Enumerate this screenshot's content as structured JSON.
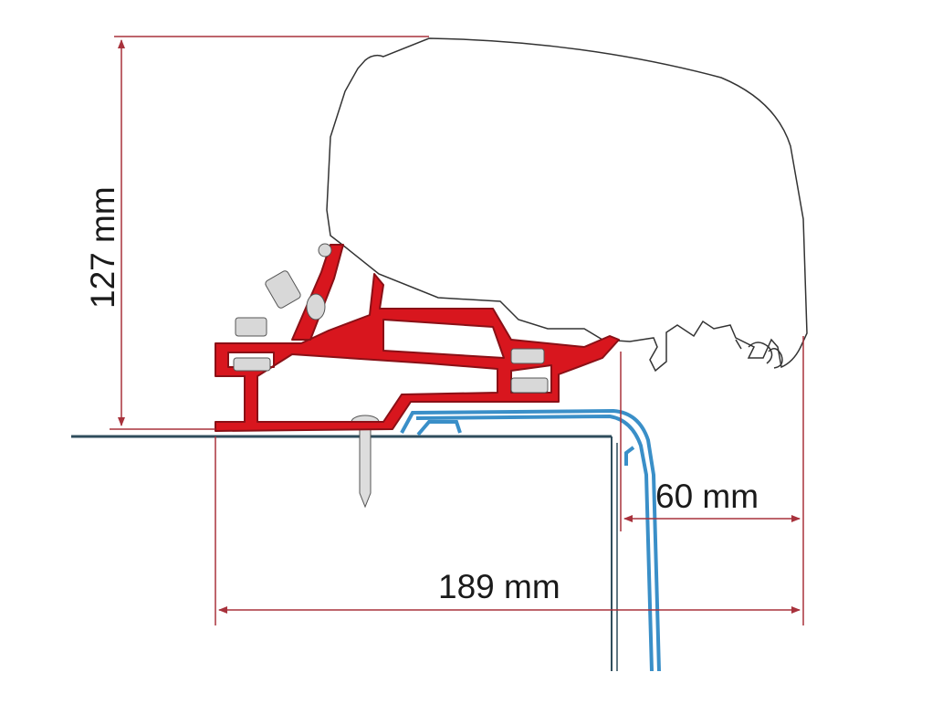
{
  "dimensions": {
    "height_label": "127 mm",
    "overhang_label": "60 mm",
    "depth_label": "189 mm"
  },
  "colors": {
    "dimension_line": "#a8323c",
    "bracket": "#d8161e",
    "bracket_outline": "#8a1016",
    "roof_panel": "#3a8fc8",
    "roof_line": "#2f4d5c",
    "hardware": "#d8d8d8"
  }
}
